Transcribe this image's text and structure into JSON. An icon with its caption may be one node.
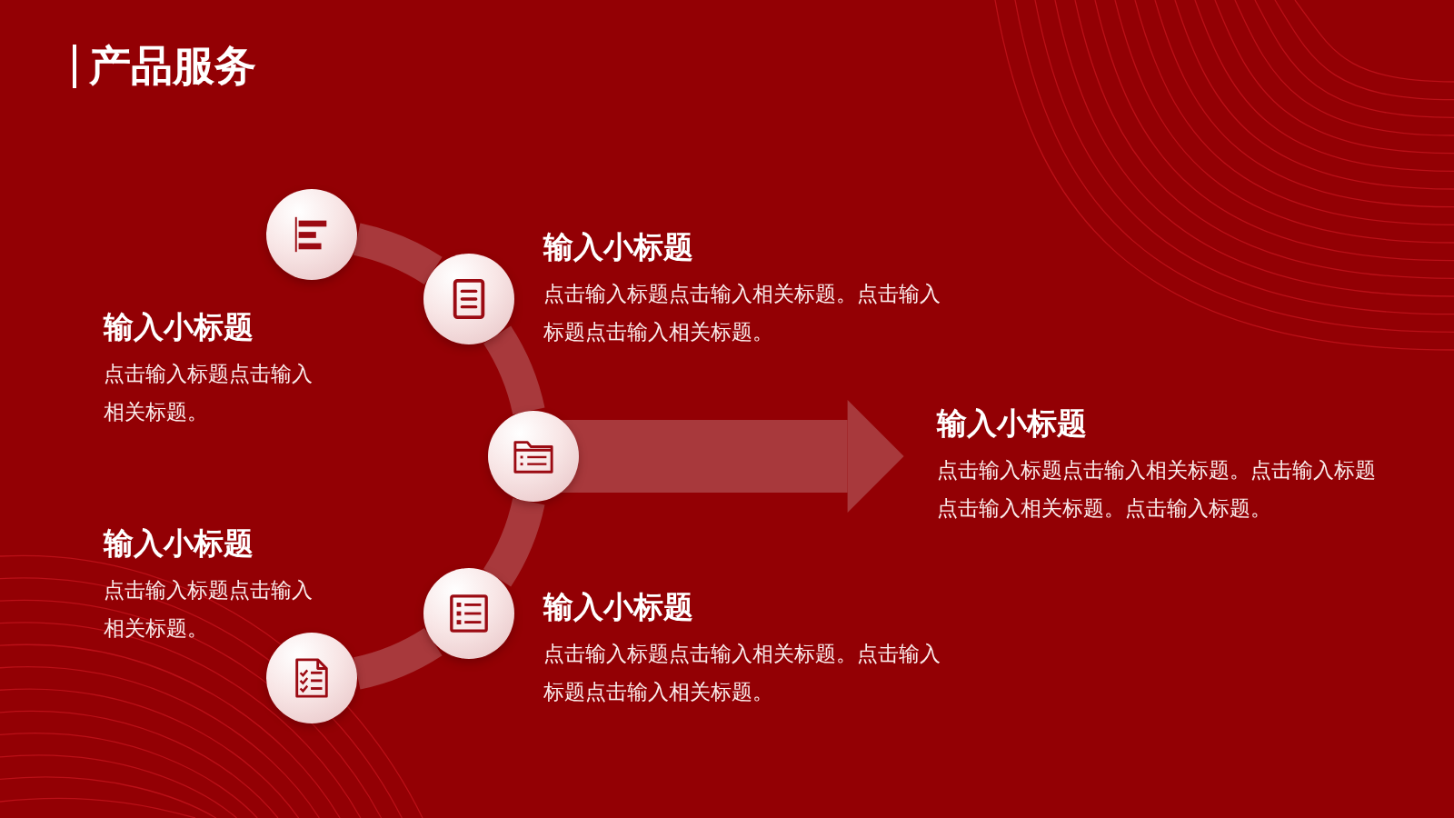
{
  "diagram": {
    "title": "产品服务",
    "nodes": [
      {
        "text": [],
        "shape": "circle",
        "beside": [
          "输入小标题",
          "点击输入标题点击输入相关标题。"
        ]
      },
      {
        "text": [],
        "shape": "circle",
        "beside": [
          "输入小标题",
          "点击输入标题点击输入相关标题。点击输入标题点击输入相关标题。"
        ]
      },
      {
        "text": [],
        "shape": "circle"
      },
      {
        "text": [],
        "shape": "circle",
        "beside": [
          "输入小标题",
          "点击输入标题点击输入相关标题。点击输入标题点击输入相关标题。"
        ]
      },
      {
        "text": [],
        "shape": "circle",
        "beside": [
          "输入小标题",
          "点击输入标题点击输入相关标题。"
        ]
      },
      {
        "text": [
          "输入小标题",
          "点击输入标题点击输入相关标题。点击输入标题点击输入相关标题。点击输入标题。"
        ]
      }
    ],
    "edges": [
      {
        "from": 0,
        "to": 1,
        "arrow": "none"
      },
      {
        "from": 1,
        "to": 2,
        "arrow": "none"
      },
      {
        "from": 2,
        "to": 3,
        "arrow": "none"
      },
      {
        "from": 3,
        "to": 4,
        "arrow": "none"
      },
      {
        "from": 2,
        "to": 5,
        "arrow": "to",
        "style": "thick"
      }
    ]
  }
}
